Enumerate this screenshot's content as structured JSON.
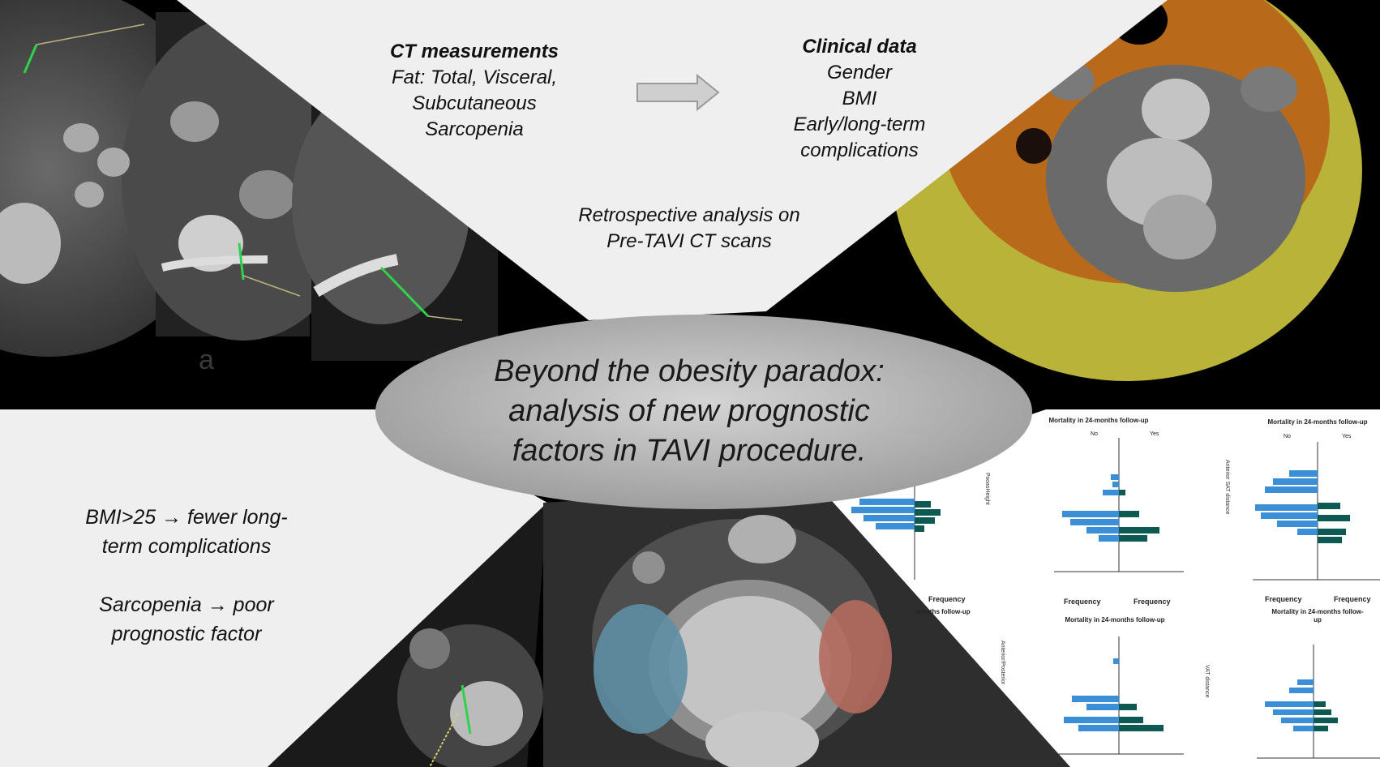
{
  "ct_measurements": {
    "heading": "CT measurements",
    "lines": [
      "Fat: Total, Visceral,",
      "Subcutaneous",
      "Sarcopenia"
    ]
  },
  "clinical_data": {
    "heading": "Clinical data",
    "lines": [
      "Gender",
      "BMI",
      "Early/long-term",
      "complications"
    ]
  },
  "retrospective": {
    "lines": [
      "Retrospective analysis on",
      "Pre-TAVI CT scans"
    ]
  },
  "title": {
    "lines": [
      "Beyond the obesity paradox:",
      "analysis of new prognostic",
      "factors in TAVI procedure."
    ]
  },
  "conclusions": [
    {
      "lines": [
        "BMI>25 → fewer long-",
        "term complications"
      ]
    },
    {
      "lines": [
        "Sarcopenia → poor",
        "prognostic factor"
      ]
    }
  ],
  "ct_label": "a",
  "chart_labels": {
    "mortality_title": "Mortality in 24-months follow-up",
    "mortality_title_split": [
      "Mortality in 24-months follow-",
      "up"
    ],
    "no": "No",
    "yes": "Yes",
    "frequency": "Frequency",
    "partial_title": "months follow-up",
    "axes": [
      "Anterior SAT distance",
      "Anterior/Posterior",
      "VAT distance",
      "PsoasHeight"
    ]
  },
  "arrow_icon": "right-arrow-icon",
  "colors": {
    "panel_bg": "#efefef",
    "ellipse": "#bdbdbd",
    "bar_blue": "#3a8fd6",
    "bar_green": "#0e5a52",
    "fat_orange": "#b86a1a",
    "fat_yellow": "#b9b33a"
  }
}
